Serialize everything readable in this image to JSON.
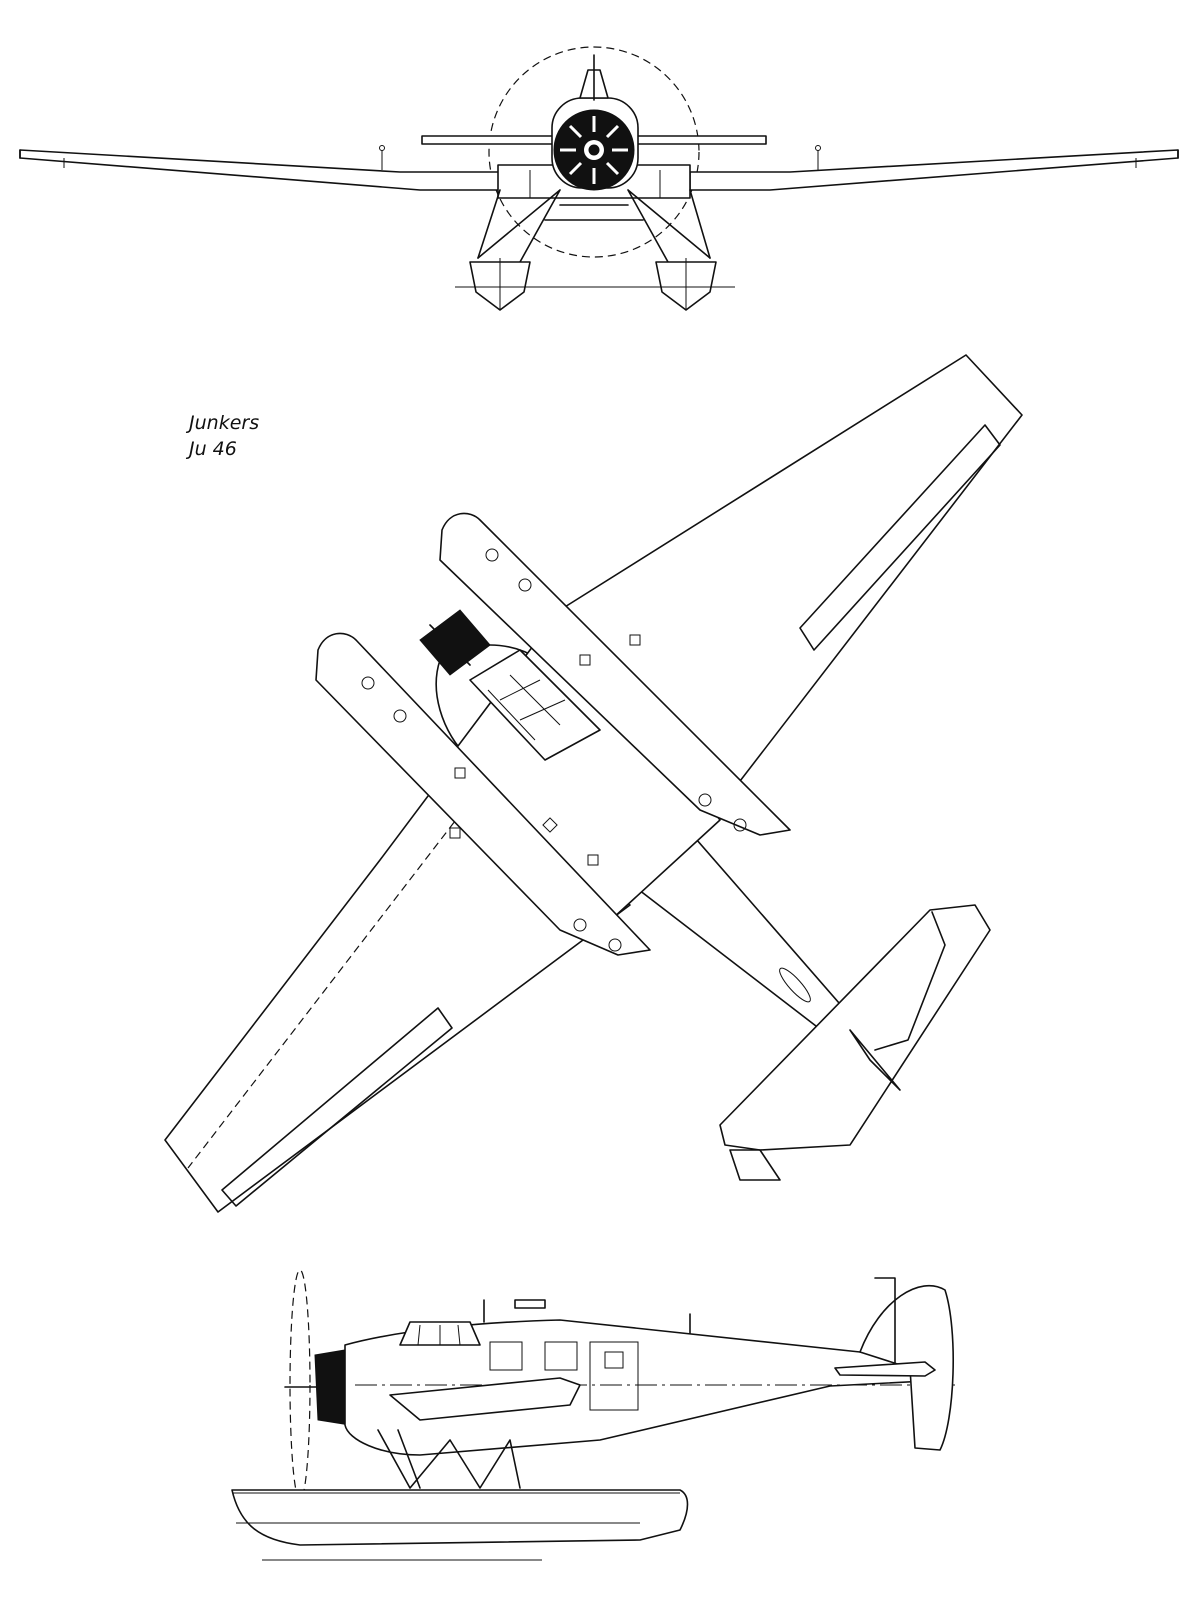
{
  "caption": {
    "line1": "Junkers",
    "line2": "Ju 46"
  },
  "views": [
    "front-view",
    "top-view",
    "side-view"
  ],
  "colors": {
    "ink": "#111111",
    "paper": "#ffffff"
  }
}
